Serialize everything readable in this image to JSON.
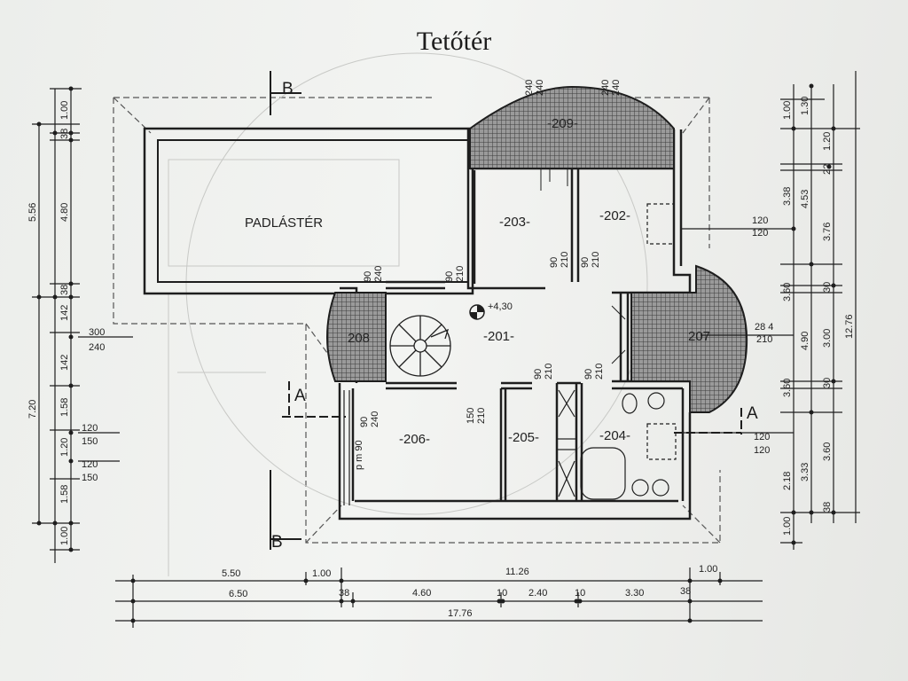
{
  "title": "Tetőtér",
  "rooms": {
    "attic": "PADLÁSTÉR",
    "r203": "-203-",
    "r202": "-202-",
    "r209": "-209-",
    "r201": "-201-",
    "r208": "208",
    "r207": "207",
    "r206": "-206-",
    "r205": "-205-",
    "r204": "-204-"
  },
  "level_mark": "+4,30",
  "section_marks": {
    "b_top": "B",
    "b_bottom": "B",
    "a_left": "A",
    "a_right": "A"
  },
  "openings": {
    "o1_w": "90",
    "o1_h": "240",
    "o2_w": "90",
    "o2_h": "210",
    "o3_w": "90",
    "o3_h": "210",
    "o4_w": "90",
    "o4_h": "210",
    "o5_w": "90",
    "o5_h": "210",
    "o6_w": "90",
    "o6_h": "210",
    "o7_w": "90",
    "o7_h": "240",
    "o8_w": "150",
    "o8_h": "210",
    "o9": "p m 90"
  },
  "dims_left": {
    "outer_top": "5.56",
    "outer_bottom": "7.20",
    "d1_00a": "1.00",
    "d38a": "38",
    "d4_80": "4.80",
    "d38b": "38",
    "d142a": "142",
    "d142b": "142",
    "d1_58a": "1.58",
    "d1_20": "1.20",
    "d1_58b": "1.58",
    "d1_00b": "1.00",
    "win1_w": "300",
    "win1_h": "240",
    "win2_w": "120",
    "win2_h": "150",
    "win3_w": "120",
    "win3_h": "150"
  },
  "dims_right": {
    "d1_00": "1.00",
    "d1_30": "1.30",
    "d1_20": "1.20",
    "d22": "22",
    "d3_38": "3.38",
    "d4_53": "4.53",
    "d3_76": "3.76",
    "d3_60a": "3.60",
    "d30a": "30",
    "d4_90": "4.90",
    "d3_00": "3.00",
    "d12_76": "12.76",
    "d3_60b": "3.60",
    "d30b": "30",
    "d3_60c": "3.60",
    "d2_18": "2.18",
    "d3_33": "3.33",
    "d38": "38",
    "d1_00b": "1.00",
    "win1_w": "120",
    "win1_h": "120",
    "win2_w": "28 4",
    "win2_h": "210",
    "win3_w": "120",
    "win3_h": "120"
  },
  "dims_bottom": {
    "r1_a": "5.50",
    "r1_b": "1.00",
    "r1_c": "11.26",
    "r1_d": "1.00",
    "r2_a": "6.50",
    "r2_b": "38",
    "r2_c": "4.60",
    "r2_d": "10",
    "r2_e": "2.40",
    "r2_f": "10",
    "r2_g": "3.30",
    "r2_h": "38",
    "r3": "17.76"
  },
  "dims_top": {
    "a": "240",
    "b": "240",
    "c": "240",
    "d": "240"
  }
}
